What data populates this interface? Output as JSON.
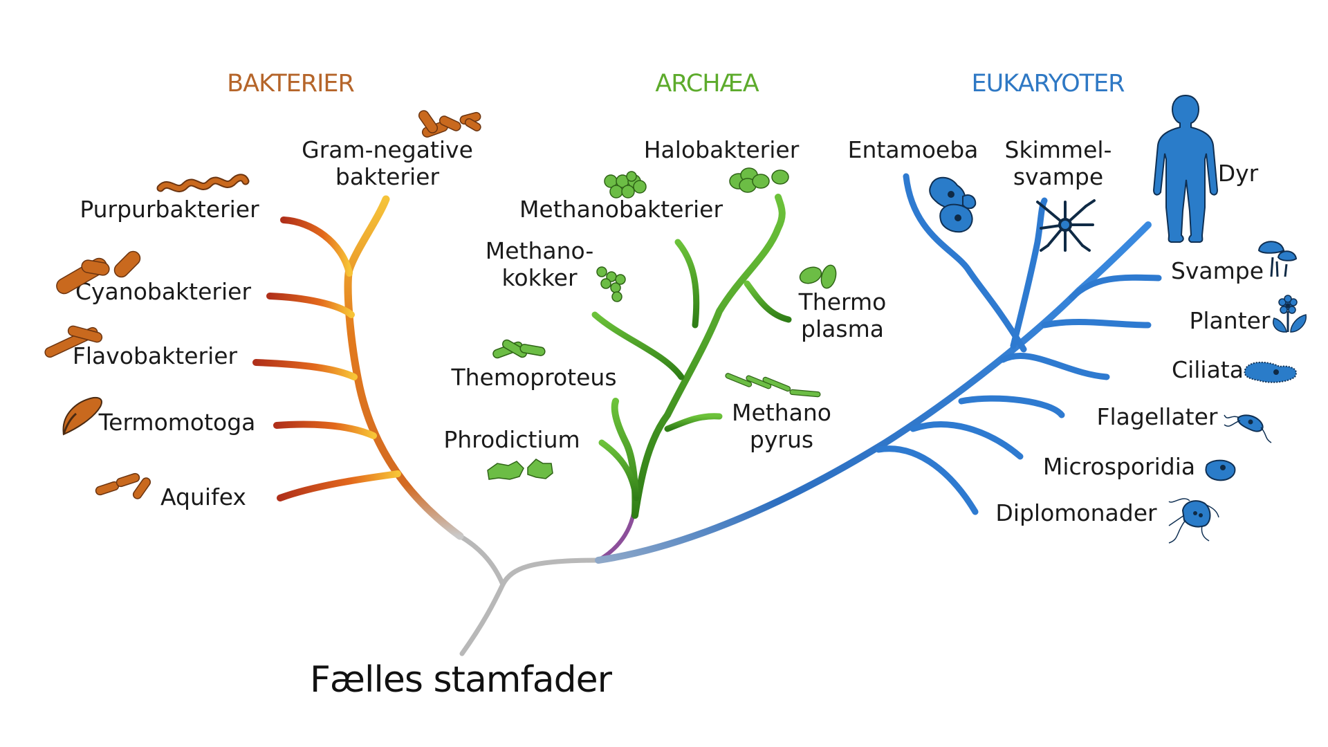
{
  "colors": {
    "bacteria": "#b5652a",
    "archaea": "#5dab2c",
    "eukaryota": "#2e78c4",
    "root": "#9a9a9a",
    "bacteria_microbe": "#c9691e",
    "archaea_microbe": "#6cbd45",
    "eukaryota_microbe": "#2a7cc9"
  },
  "headers": {
    "bacteria": "BAKTERIER",
    "archaea": "ARCHÆA",
    "eukaryota": "EUKARYOTER"
  },
  "root_label": "Fælles stamfader",
  "bacteria": {
    "gram_negative": [
      "Gram-negative",
      "bakterier"
    ],
    "purpur": "Purpurbakterier",
    "cyano": "Cyanobakterier",
    "flavo": "Flavobakterier",
    "termo": "Termomotoga",
    "aquifex": "Aquifex"
  },
  "archaea": {
    "halo": "Halobakterier",
    "methanobakterier": "Methanobakterier",
    "methanokokker": [
      "Methano-",
      "kokker"
    ],
    "thermoplasma": [
      "Thermo",
      "plasma"
    ],
    "themoproteus": "Themoproteus",
    "methanopyrus": [
      "Methano",
      "pyrus"
    ],
    "phrodictium": "Phrodictium"
  },
  "eukaryota": {
    "entamoeba": "Entamoeba",
    "skimmel": [
      "Skimmel-",
      "svampe"
    ],
    "dyr": "Dyr",
    "svampe": "Svampe",
    "planter": "Planter",
    "ciliata": "Ciliata",
    "flagellater": "Flagellater",
    "microsporidia": "Microsporidia",
    "diplomonader": "Diplomonader"
  }
}
